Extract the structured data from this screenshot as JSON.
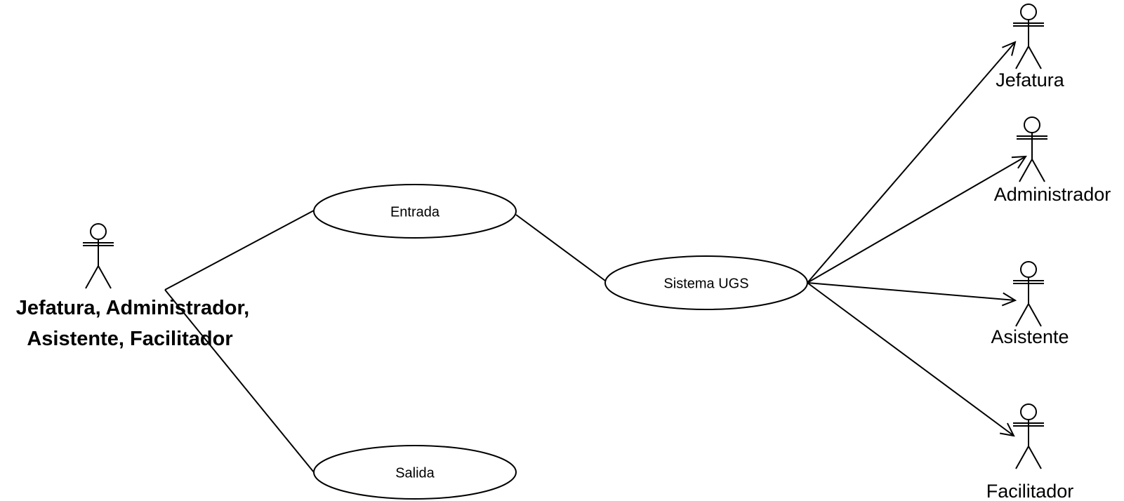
{
  "primary_actor": {
    "label_line1": "Jefatura, Administrador,",
    "label_line2": "Asistente, Facilitador"
  },
  "use_cases": {
    "entrada": "Entrada",
    "salida": "Salida",
    "sistema": "Sistema UGS"
  },
  "target_actors": {
    "jefatura": "Jefatura",
    "administrador": "Administrador",
    "asistente": "Asistente",
    "facilitador": "Facilitador"
  },
  "colors": {
    "stroke": "#000000",
    "background": "#ffffff"
  }
}
